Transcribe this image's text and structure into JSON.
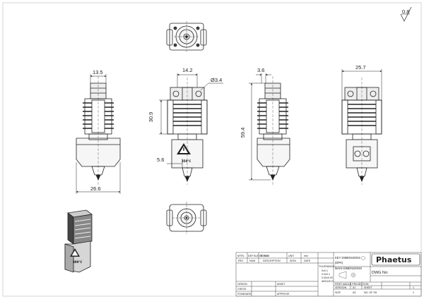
{
  "title_block": {
    "header_cells": [
      "MTRL",
      "DEF BLE OF FIND",
      "SCALE",
      "UNIT",
      "mm"
    ],
    "rev_row": [
      "REV",
      "NUM",
      "DESCRIPTION",
      "SIGN",
      "DATE"
    ],
    "tolerance_label": "TOLERANCE :",
    "tolerance_lines": [
      "0±0.1",
      "0.0±0.1",
      "0.00±0.02",
      "ANGLE±1°"
    ],
    "key_dimensions": "KEY DIMENSIONS",
    "key_dimensions_code": "(DPK)",
    "main_dimensions": "MAIN DIMENSIONS",
    "projection": "FIRST ANGLE PROJECTION",
    "sign_rows": [
      "DESIGN",
      "CHECK",
      "STANDARD"
    ],
    "sign_values": [
      "ANSIIT",
      "",
      "APPROVE"
    ],
    "brand": "Phaetus",
    "dwg_no_label": "DWG No:",
    "version_row": [
      "VERSION",
      "A1",
      "SHEET",
      "1"
    ],
    "size_row": [
      "SIZE",
      "A3",
      "NO. OF SH",
      "1"
    ]
  },
  "surface_finish": "0.8",
  "dimensions": {
    "front_width": "13.5",
    "front_bottom_width": "26.6",
    "side_top_width": "14.2",
    "hole_dia": "Ø3.4",
    "heatsink_height": "30.9",
    "nozzle_offset": "5.6",
    "side2_width": "3.6",
    "total_height": "59.4",
    "back_width": "25.7"
  },
  "labels": {
    "temp_mark": "350°C",
    "iso_temp_mark": "300°C"
  }
}
